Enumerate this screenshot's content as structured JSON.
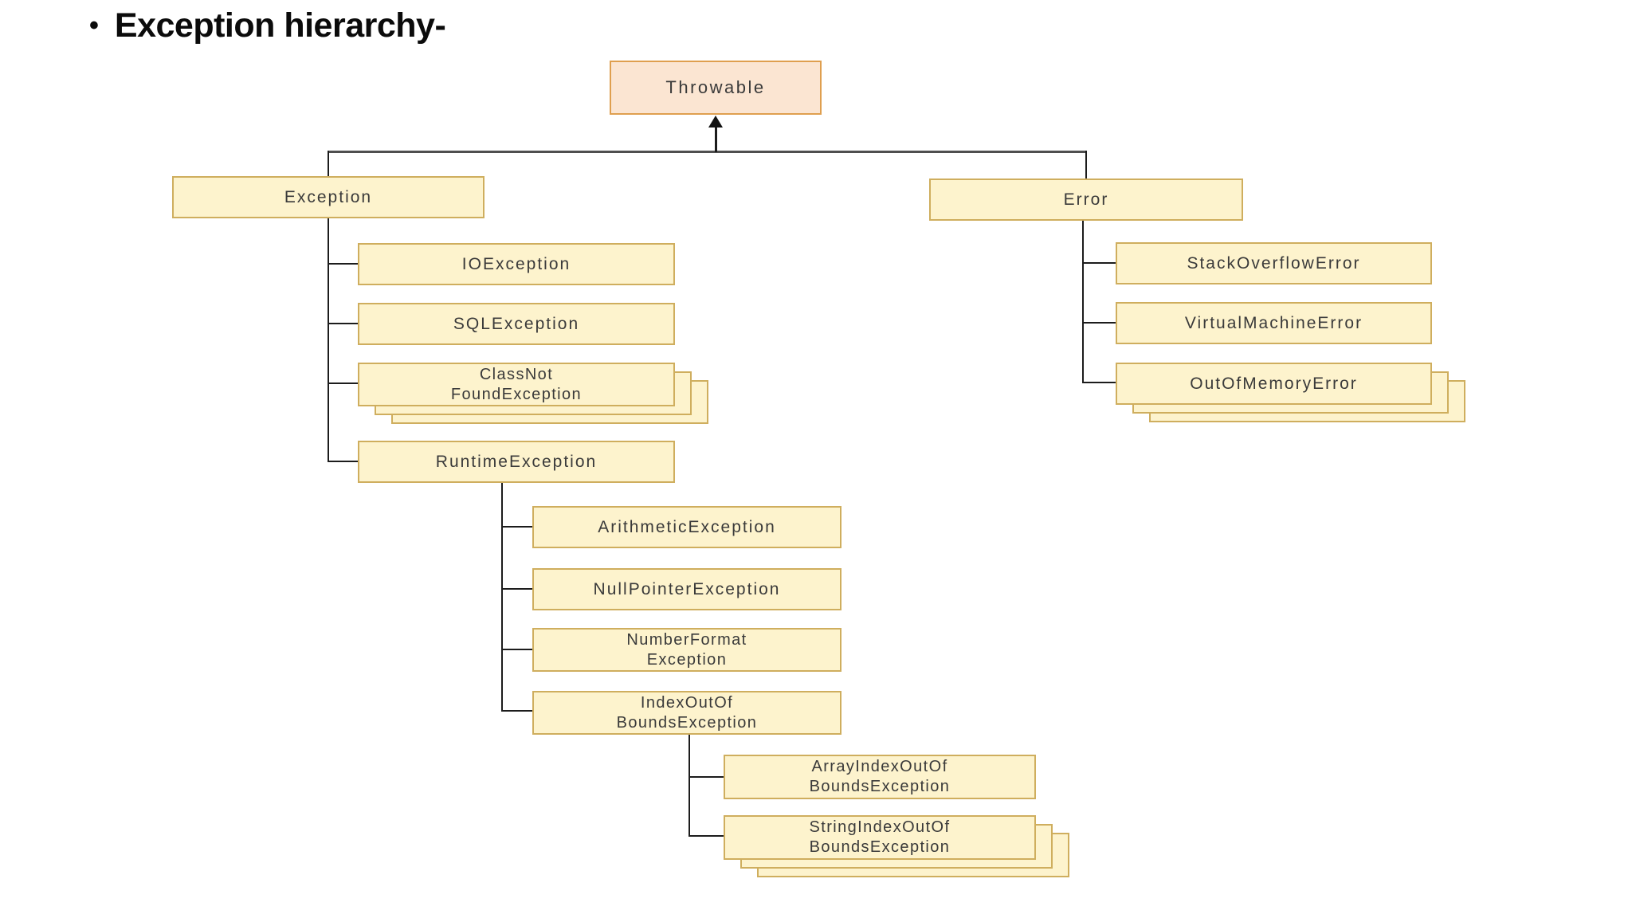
{
  "slide": {
    "bullet": "•",
    "title": "Exception hierarchy-"
  },
  "colors": {
    "background": "#ffffff",
    "root_fill": "#fbe5d2",
    "root_border": "#df9f4f",
    "node_fill": "#fdf3cd",
    "node_border": "#cfae5e",
    "connector": "#1c1c1c",
    "top_connector": "#4f4f4f",
    "text": "#3a3a3a"
  },
  "tree": {
    "root": {
      "label": "Throwable"
    },
    "branches": [
      {
        "label": "Exception"
      },
      {
        "label": "Error"
      }
    ],
    "exception_children": [
      {
        "label": "IOException"
      },
      {
        "label": "SQLException"
      },
      {
        "lines": [
          "ClassNot",
          "FoundException"
        ],
        "stacked": true
      },
      {
        "label": "RuntimeException"
      }
    ],
    "runtime_children": [
      {
        "label": "ArithmeticException"
      },
      {
        "label": "NullPointerException"
      },
      {
        "lines": [
          "NumberFormat",
          "Exception"
        ]
      },
      {
        "lines": [
          "IndexOutOf",
          "BoundsException"
        ]
      }
    ],
    "indexoutofbounds_children": [
      {
        "lines": [
          "ArrayIndexOutOf",
          "BoundsException"
        ]
      },
      {
        "lines": [
          "StringIndexOutOf",
          "BoundsException"
        ],
        "stacked": true
      }
    ],
    "error_children": [
      {
        "label": "StackOverflowError"
      },
      {
        "label": "VirtualMachineError"
      },
      {
        "label": "OutOfMemoryError",
        "stacked": true
      }
    ]
  }
}
